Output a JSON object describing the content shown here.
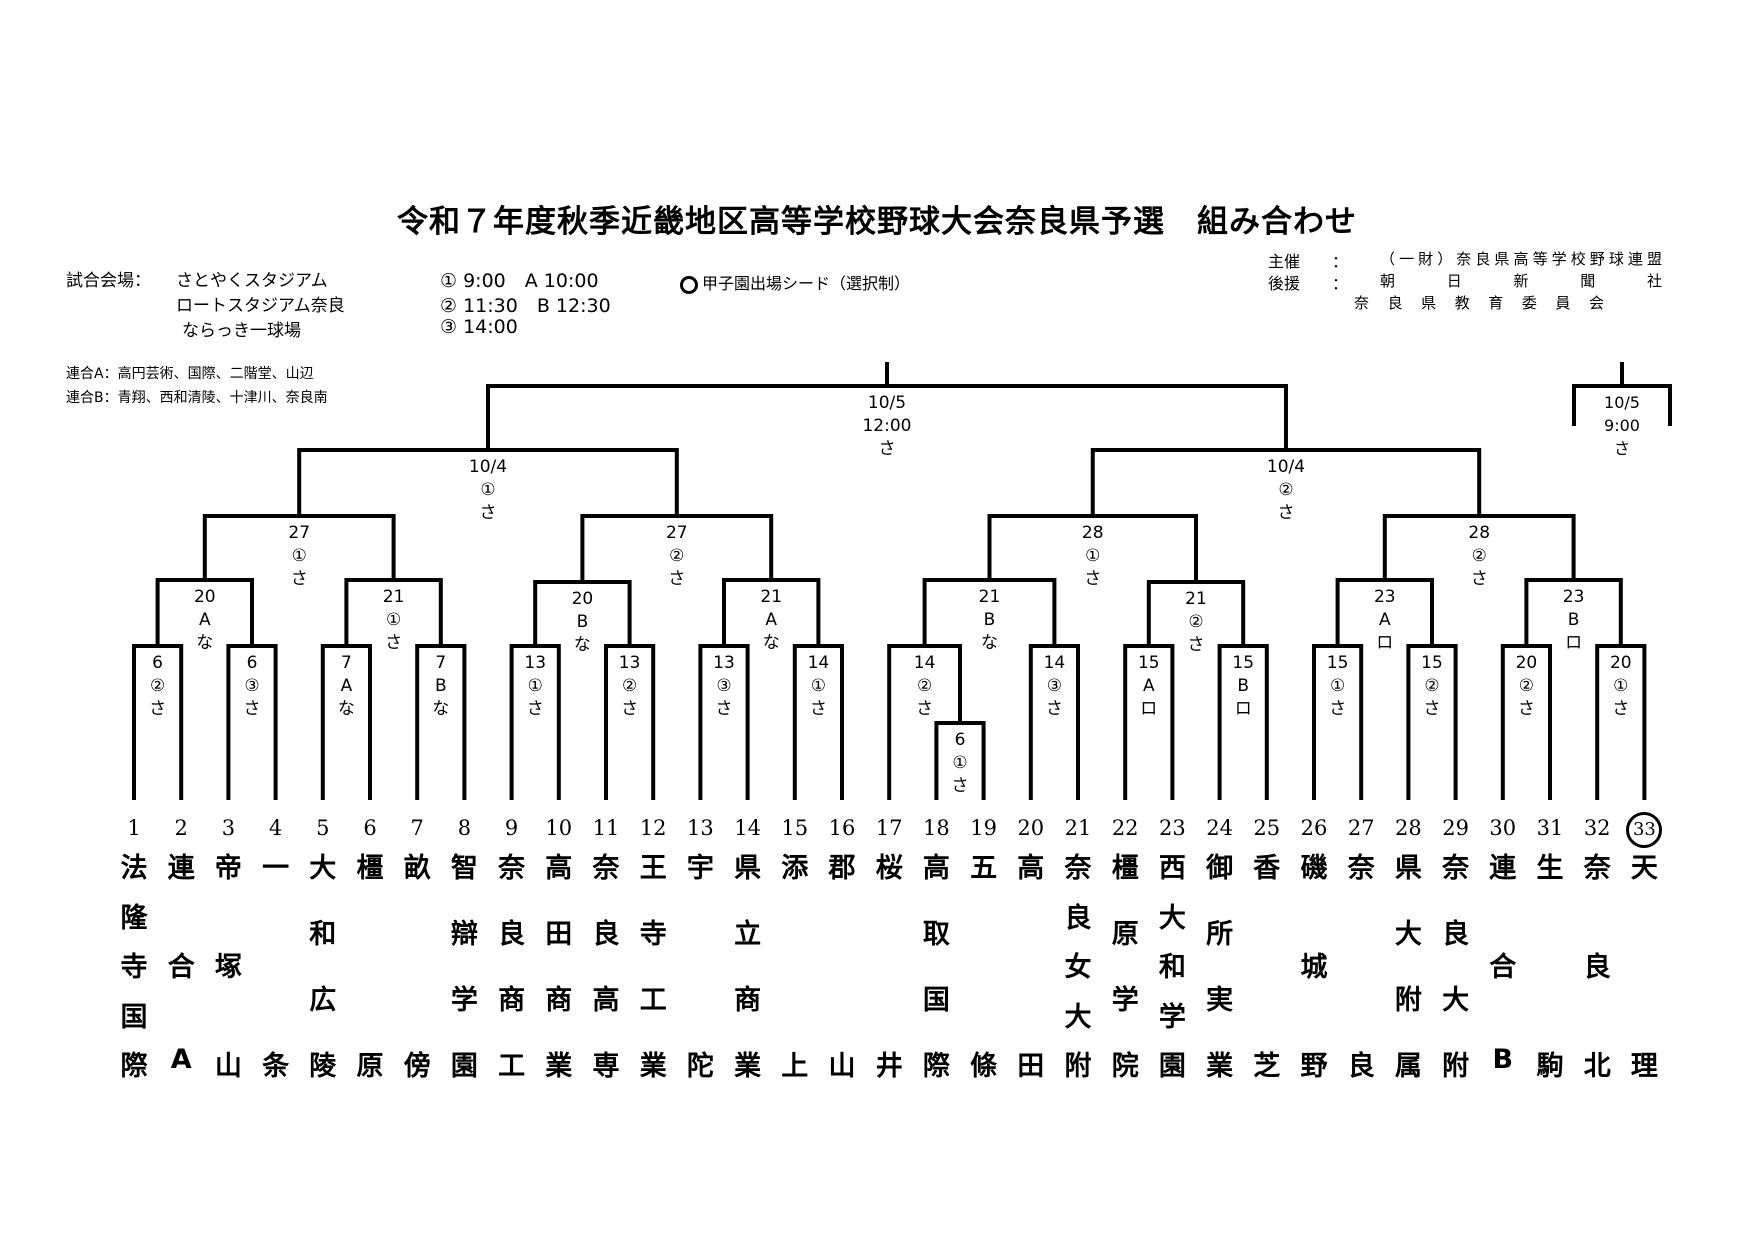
{
  "title": "令和７年度秋季近畿地区高等学校野球大会奈良県予選　組み合わせ",
  "venues": {
    "label": "試合会場：",
    "list": [
      "さとやくスタジアム",
      "ロートスタジアム奈良",
      "ならっき一球場"
    ]
  },
  "times": [
    "①  9:00　A 10:00",
    "② 11:30　B 12:30",
    "③ 14:00"
  ],
  "seed_note": "甲子園出場シード（選択制）",
  "organizers": [
    {
      "label": "主催",
      "sep": "：",
      "value": "（一財）奈良県高等学校野球連盟"
    },
    {
      "label": "後援",
      "sep": "：",
      "value": "朝日新聞社"
    },
    {
      "label": "",
      "sep": "",
      "value": "奈良県教育委員会"
    }
  ],
  "combined_teams": [
    "連合A：高円芸術、国際、二階堂、山辺",
    "連合B：青翔、西和清陵、十津川、奈良南"
  ],
  "teams": [
    {
      "num": "1",
      "name": "法隆寺国際"
    },
    {
      "num": "2",
      "name": "連合A"
    },
    {
      "num": "3",
      "name": "帝塚山"
    },
    {
      "num": "4",
      "name": "一条"
    },
    {
      "num": "5",
      "name": "大和広陵"
    },
    {
      "num": "6",
      "name": "橿原"
    },
    {
      "num": "7",
      "name": "畝傍"
    },
    {
      "num": "8",
      "name": "智辯学園"
    },
    {
      "num": "9",
      "name": "奈良商工"
    },
    {
      "num": "10",
      "name": "高田商業"
    },
    {
      "num": "11",
      "name": "奈良高専"
    },
    {
      "num": "12",
      "name": "王寺工業"
    },
    {
      "num": "13",
      "name": "宇陀"
    },
    {
      "num": "14",
      "name": "県立商業"
    },
    {
      "num": "15",
      "name": "添上"
    },
    {
      "num": "16",
      "name": "郡山"
    },
    {
      "num": "17",
      "name": "桜井"
    },
    {
      "num": "18",
      "name": "高取国際"
    },
    {
      "num": "19",
      "name": "五條"
    },
    {
      "num": "20",
      "name": "高田"
    },
    {
      "num": "21",
      "name": "奈良女大附"
    },
    {
      "num": "22",
      "name": "橿原学院"
    },
    {
      "num": "23",
      "name": "西大和学園"
    },
    {
      "num": "24",
      "name": "御所実業"
    },
    {
      "num": "25",
      "name": "香芝"
    },
    {
      "num": "26",
      "name": "磯城野"
    },
    {
      "num": "27",
      "name": "奈良"
    },
    {
      "num": "28",
      "name": "県大附属"
    },
    {
      "num": "29",
      "name": "奈良大附"
    },
    {
      "num": "30",
      "name": "連合B"
    },
    {
      "num": "31",
      "name": "生駒"
    },
    {
      "num": "32",
      "name": "奈良北"
    },
    {
      "num": "33",
      "name": "天理"
    }
  ],
  "seed_team_num": "33",
  "matches": [
    {
      "id": "m1",
      "teams": [
        "1",
        "2"
      ],
      "label": [
        "6",
        "②",
        "さ"
      ]
    },
    {
      "id": "m2",
      "teams": [
        "3",
        "4"
      ],
      "label": [
        "6",
        "③",
        "さ"
      ]
    },
    {
      "id": "m3",
      "teams": [
        "5",
        "6"
      ],
      "label": [
        "7",
        "A",
        "な"
      ]
    },
    {
      "id": "m4",
      "teams": [
        "7",
        "8"
      ],
      "label": [
        "7",
        "B",
        "な"
      ]
    },
    {
      "id": "m5",
      "teams": [
        "9",
        "10"
      ],
      "label": [
        "13",
        "①",
        "さ"
      ]
    },
    {
      "id": "m6",
      "teams": [
        "11",
        "12"
      ],
      "label": [
        "13",
        "②",
        "さ"
      ]
    },
    {
      "id": "m7",
      "teams": [
        "13",
        "14"
      ],
      "label": [
        "13",
        "③",
        "さ"
      ]
    },
    {
      "id": "m8",
      "teams": [
        "15",
        "16"
      ],
      "label": [
        "14",
        "①",
        "さ"
      ]
    },
    {
      "id": "m9",
      "teams": [
        "18",
        "19"
      ],
      "label": [
        "6",
        "①",
        "さ"
      ]
    },
    {
      "id": "m10",
      "teams": [
        "17",
        "m9"
      ],
      "label": [
        "14",
        "②",
        "さ"
      ]
    },
    {
      "id": "m11",
      "teams": [
        "20",
        "21"
      ],
      "label": [
        "14",
        "③",
        "さ"
      ]
    },
    {
      "id": "m12",
      "teams": [
        "22",
        "23"
      ],
      "label": [
        "15",
        "A",
        "ロ"
      ]
    },
    {
      "id": "m13",
      "teams": [
        "24",
        "25"
      ],
      "label": [
        "15",
        "B",
        "ロ"
      ]
    },
    {
      "id": "m14",
      "teams": [
        "26",
        "27"
      ],
      "label": [
        "15",
        "①",
        "さ"
      ]
    },
    {
      "id": "m15",
      "teams": [
        "28",
        "29"
      ],
      "label": [
        "15",
        "②",
        "さ"
      ]
    },
    {
      "id": "m16",
      "teams": [
        "30",
        "31"
      ],
      "label": [
        "20",
        "②",
        "さ"
      ]
    },
    {
      "id": "m17",
      "teams": [
        "32",
        "33"
      ],
      "label": [
        "20",
        "①",
        "さ"
      ]
    },
    {
      "id": "m18",
      "teams": [
        "m1",
        "m2"
      ],
      "label": [
        "20",
        "A",
        "な"
      ]
    },
    {
      "id": "m19",
      "teams": [
        "m3",
        "m4"
      ],
      "label": [
        "21",
        "①",
        "さ"
      ]
    },
    {
      "id": "m20",
      "teams": [
        "m5",
        "m6"
      ],
      "label": [
        "20",
        "B",
        "な"
      ]
    },
    {
      "id": "m21",
      "teams": [
        "m7",
        "m8"
      ],
      "label": [
        "21",
        "A",
        "な"
      ]
    },
    {
      "id": "m22",
      "teams": [
        "m10",
        "m11"
      ],
      "label": [
        "21",
        "B",
        "な"
      ]
    },
    {
      "id": "m23",
      "teams": [
        "m12",
        "m13"
      ],
      "label": [
        "21",
        "②",
        "さ"
      ]
    },
    {
      "id": "m24",
      "teams": [
        "m14",
        "m15"
      ],
      "label": [
        "23",
        "A",
        "ロ"
      ]
    },
    {
      "id": "m25",
      "teams": [
        "m16",
        "m17"
      ],
      "label": [
        "23",
        "B",
        "ロ"
      ]
    },
    {
      "id": "m26",
      "teams": [
        "m18",
        "m19"
      ],
      "label": [
        "27",
        "①",
        "さ"
      ]
    },
    {
      "id": "m27",
      "teams": [
        "m20",
        "m21"
      ],
      "label": [
        "27",
        "②",
        "さ"
      ]
    },
    {
      "id": "m28",
      "teams": [
        "m22",
        "m23"
      ],
      "label": [
        "28",
        "①",
        "さ"
      ]
    },
    {
      "id": "m29",
      "teams": [
        "m24",
        "m25"
      ],
      "label": [
        "28",
        "②",
        "さ"
      ]
    },
    {
      "id": "m30",
      "teams": [
        "m26",
        "m27"
      ],
      "label": [
        "10/4",
        "①",
        "さ"
      ]
    },
    {
      "id": "m31",
      "teams": [
        "m28",
        "m29"
      ],
      "label": [
        "10/4",
        "②",
        "さ"
      ]
    },
    {
      "id": "m32",
      "teams": [
        "m30",
        "m31"
      ],
      "label": [
        "10/5",
        "12:00",
        "さ"
      ]
    },
    {
      "id": "m33",
      "teams": [],
      "label": [
        "10/5",
        "9:00",
        "さ"
      ]
    }
  ]
}
